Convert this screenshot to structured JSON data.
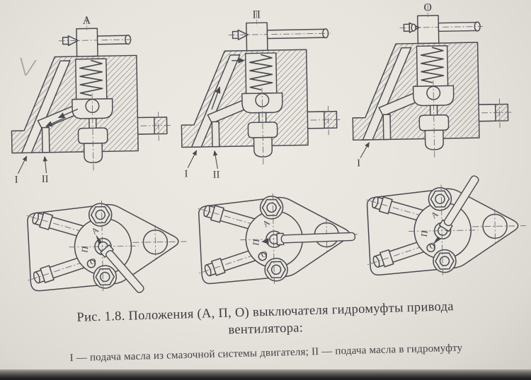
{
  "figure": {
    "cross_sections": [
      {
        "top_label": "А",
        "leaders": [
          "I",
          "II"
        ]
      },
      {
        "top_label": "П",
        "leaders": [
          "I",
          "II"
        ]
      },
      {
        "top_label": "О",
        "leaders": [
          "I"
        ]
      }
    ],
    "dial_letters": {
      "top": "А",
      "left": "П",
      "bottom": "О"
    },
    "handwritten_mark": "V"
  },
  "caption": {
    "line1": "Рис. 1.8. Положения (А, П, О) выключателя гидромуфты привода",
    "line2": "вентилятора:",
    "footnote": "I — подача масла из смазочной системы двигателя; II — подача масла в гидромуфту"
  },
  "colors": {
    "paper": "#e9e6df",
    "ink": "#4a4950",
    "pencil": "#74726a"
  }
}
